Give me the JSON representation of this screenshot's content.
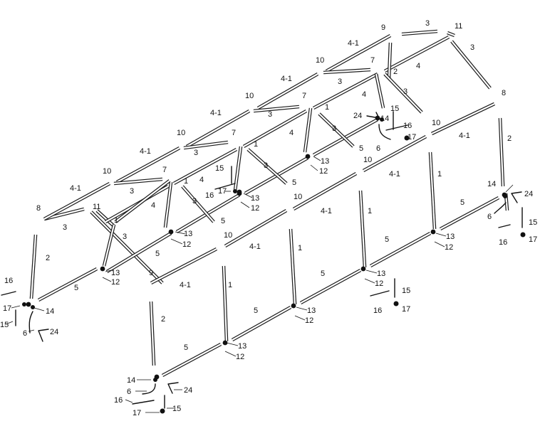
{
  "labels": {
    "l2": "2",
    "l3": "3",
    "l4": "4",
    "l41": "4-1",
    "l1": "1",
    "l5": "5",
    "l6": "6",
    "l7": "7",
    "l8": "8",
    "l9": "9",
    "l10": "10",
    "l11": "11",
    "l12": "12",
    "l13": "13",
    "l14": "14",
    "l15": "15",
    "l16": "16",
    "l17": "17",
    "l24": "24"
  }
}
